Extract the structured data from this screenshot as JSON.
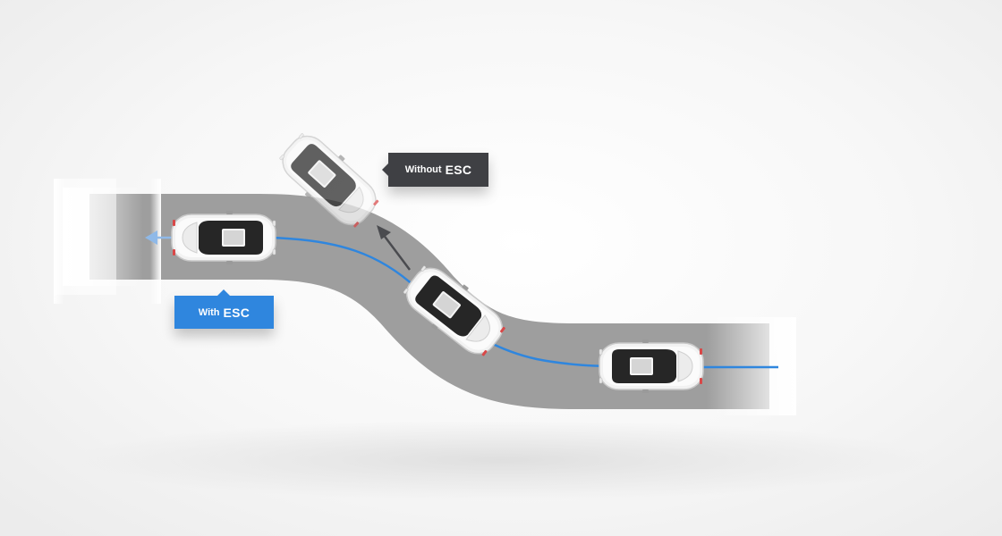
{
  "labels": {
    "without_esc": {
      "small": "Without",
      "big": "ESC"
    },
    "with_esc": {
      "small": "With",
      "big": "ESC"
    }
  },
  "colors": {
    "road": "#9b9b9b",
    "with_esc_path": "#2f86de",
    "without_esc_label": "#3f4044",
    "with_esc_label": "#2f86de",
    "car_body": "#f2f2f2",
    "car_glass": "#222222"
  },
  "icons": [
    "car-icon",
    "arrow-icon"
  ]
}
